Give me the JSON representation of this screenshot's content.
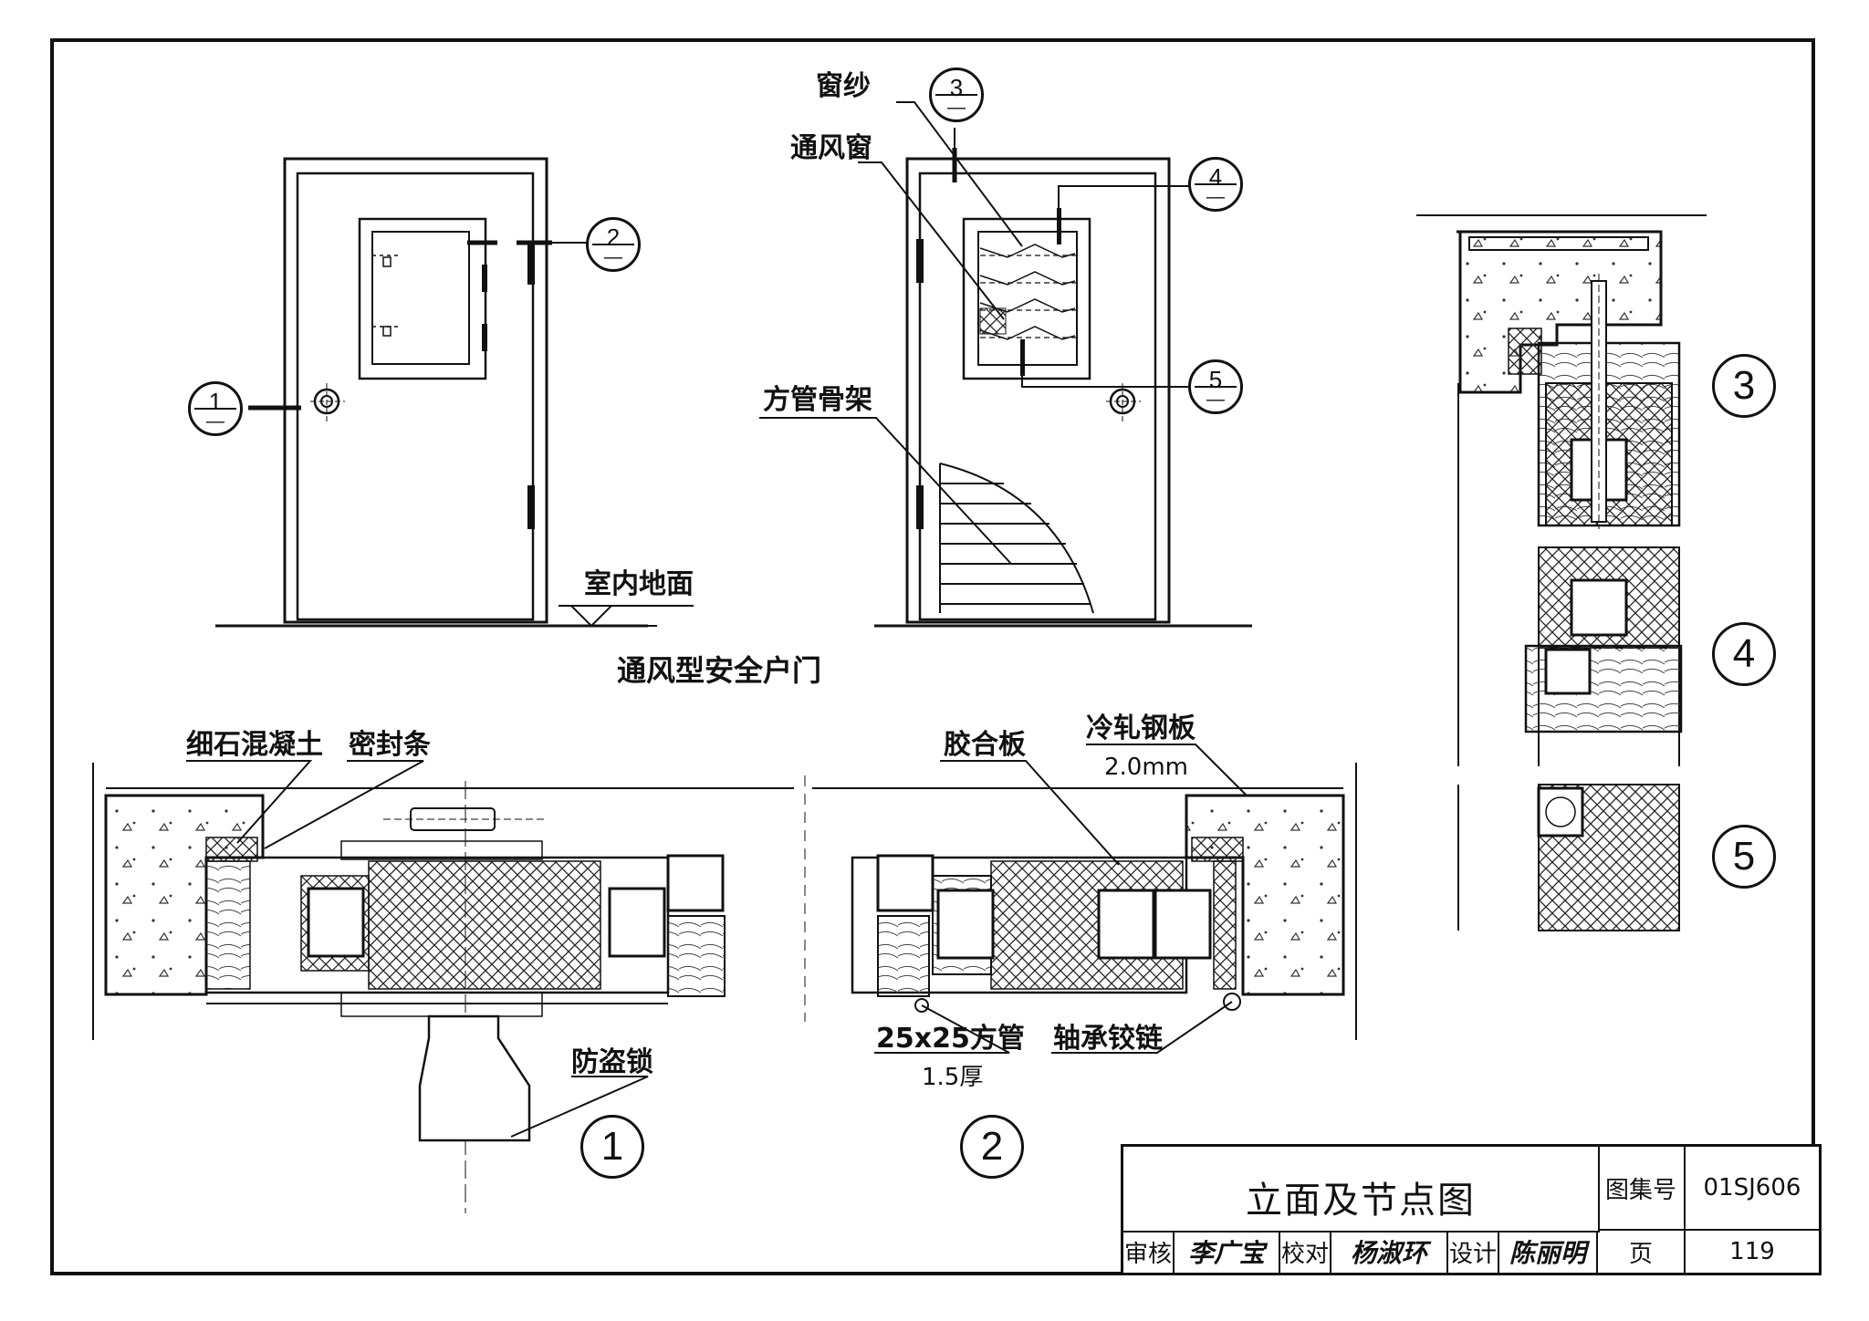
{
  "drawing": {
    "elevation_caption": "通风型安全户门",
    "labels": {
      "screen": "窗纱",
      "vent_window": "通风窗",
      "tube_frame": "方管骨架",
      "indoor_floor": "室内地面",
      "fine_concrete": "细石混凝土",
      "seal_strip": "密封条",
      "plywood": "胶合板",
      "cold_rolled_plate": "冷轧钢板",
      "cold_rolled_thickness": "2.0mm",
      "anti_theft_lock": "防盗锁",
      "square_tube": "25x25方管",
      "square_tube_thickness": "1.5厚",
      "bearing_hinge": "轴承铰链"
    },
    "section_markers": [
      {
        "num": "1",
        "sheet": "—"
      },
      {
        "num": "2",
        "sheet": "—"
      },
      {
        "num": "3",
        "sheet": "—"
      },
      {
        "num": "4",
        "sheet": "—"
      },
      {
        "num": "5",
        "sheet": "—"
      }
    ],
    "detail_numbers": [
      "1",
      "2",
      "3",
      "4",
      "5"
    ]
  },
  "title_block": {
    "title": "立面及节点图",
    "atlas_no_label": "图集号",
    "atlas_no": "01SJ606",
    "page_label": "页",
    "page": "119",
    "review_label": "审核",
    "review_sign": "李广宝",
    "check_label": "校对",
    "check_sign": "杨淑环",
    "design_label": "设计",
    "design_sign": "陈丽明"
  }
}
